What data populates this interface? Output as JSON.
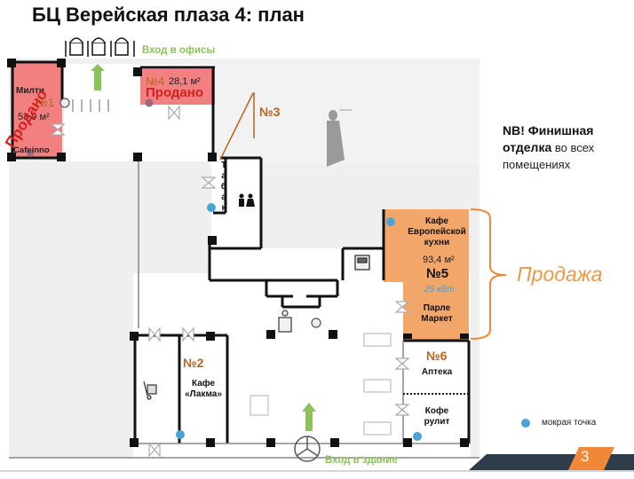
{
  "title": "БЦ Верейская плаза 4: план",
  "entrances": {
    "offices": "Вход в офисы",
    "building": "Вход в здание"
  },
  "units": [
    {
      "id": "1",
      "number": "№1",
      "tenants": [
        "Милти",
        "Cafeinno"
      ],
      "area": "53,9 м²",
      "status": "Продано",
      "status_color": "#d42020",
      "fill": "#f28080"
    },
    {
      "id": "4",
      "number": "№4",
      "area": "28,1 м²",
      "status": "Продано",
      "status_color": "#d42020",
      "fill": "#f28080"
    },
    {
      "id": "3",
      "number": "№3",
      "tenant_vertical": [
        "Т",
        "а",
        "б",
        "а",
        "к"
      ]
    },
    {
      "id": "5",
      "number": "№5",
      "tenants": [
        "Кафе Европейской кухни",
        "Парле Маркет"
      ],
      "tenant_lines_1": [
        "Кафе",
        "Европейской",
        "кухни"
      ],
      "tenant_lines_2": [
        "Парле",
        "Маркет"
      ],
      "area": "93,4 м²",
      "power": "29 кВт",
      "status": "Продажа",
      "fill": "#f2a66a"
    },
    {
      "id": "6",
      "number": "№6",
      "tenants": [
        "Аптека",
        "Кофе рулит"
      ],
      "tenant_lines_2": [
        "Кофе",
        "рулит"
      ]
    },
    {
      "id": "2",
      "number": "№2",
      "tenant_lines": [
        "Кафе",
        "«Лакма»"
      ]
    }
  ],
  "note": {
    "bold_part": "NB! Финишная",
    "bold_part2": "отделка",
    "rest": "во всех",
    "rest2": "помещениях"
  },
  "legend": {
    "wet_point": "мокрая точка",
    "wet_point_color": "#4aa3d6"
  },
  "colors": {
    "accent_orange": "#f0883a",
    "sold_red": "#f28080",
    "entrance_green": "#8dc15a",
    "unit_number_brown": "#b5651d"
  },
  "page_number": "3",
  "icons": [
    "turnstile-icon",
    "green-arrow-up-icon",
    "wc-icon",
    "atm-icon",
    "statue-icon",
    "cart-icon",
    "door-icon",
    "security-guard-icon",
    "revolving-door-icon",
    "reception-desk-icon"
  ]
}
